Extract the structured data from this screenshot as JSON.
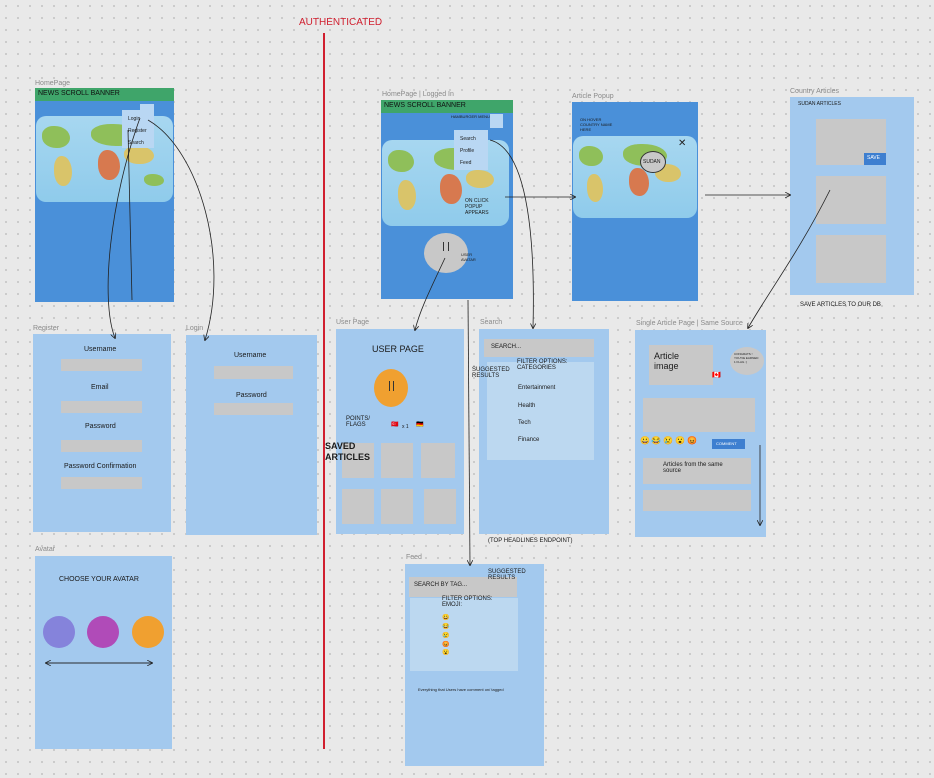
{
  "divider": {
    "label": "AUTHENTICATED",
    "color": "#d01f2f"
  },
  "home": {
    "label": "HomePage",
    "banner": "NEWS SCROLL BANNER",
    "menu": [
      "Login",
      "Register",
      "Search"
    ]
  },
  "register": {
    "label": "Register",
    "fields": [
      "Username",
      "Email",
      "Password",
      "Password Confirmation"
    ]
  },
  "login": {
    "label": "Login",
    "fields": [
      "Username",
      "Password"
    ]
  },
  "avatar": {
    "label": "Avatar",
    "title": "CHOOSE YOUR AVATAR",
    "colors": [
      "#8583db",
      "#b04bb8",
      "#f0a030"
    ]
  },
  "home_logged": {
    "label": "HomePage | Logged In",
    "banner": "NEWS SCROLL BANNER",
    "hamburger": "HAMBURGER MENU",
    "menu": [
      "Search",
      "Profile",
      "Feed"
    ],
    "hover_note": "ON CLICK POPUP APPEARS",
    "avatar_note": "USER AVATAR"
  },
  "article_popup": {
    "label": "Article Popup",
    "hover_note": "ON HOVER COUNTRY NAME HERE",
    "country": "SUDAN"
  },
  "country_articles": {
    "label": "Country Articles",
    "title": "SUDAN ARTICLES",
    "save": "SAVE",
    "footer": "SAVE ARTICLES TO OUR DB"
  },
  "user_page": {
    "label": "User Page",
    "title": "USER PAGE",
    "points": "POINTS/ FLAGS",
    "flags_count": "x 1",
    "saved": "SAVED ARTICLES"
  },
  "search": {
    "label": "Search",
    "input": "SEARCH...",
    "suggested": "SUGGESTED RESULTS",
    "filter_title": "FILTER OPTIONS: CATEGORIES",
    "categories": [
      "Entertainment",
      "Health",
      "Tech",
      "Finance"
    ],
    "footer": "(TOP HEADLINES ENDPOINT)"
  },
  "single_article": {
    "label": "Single Article Page | Same Source",
    "image_text": "Article image",
    "bubble": "CONGRATS ! YOU'VE EARNED 1 FLAG :)",
    "comment": "COMMENT",
    "same_source": "Articles from the same source"
  },
  "feed": {
    "label": "Feed",
    "input": "SEARCH BY TAG...",
    "suggested": "SUGGESTED RESULTS",
    "filter_title": "FILTER OPTIONS: EMOJI:",
    "emojis": [
      "😀",
      "😂",
      "😢",
      "😡",
      "😮"
    ],
    "note": "Everything that Users have comment on/ tagged"
  },
  "colors": {
    "frame": "#a3c9ee",
    "frame_dark": "#4a90d9",
    "box": "#c8c8c8",
    "banner": "#3fa56a",
    "save_button": "#3e7fd0"
  }
}
